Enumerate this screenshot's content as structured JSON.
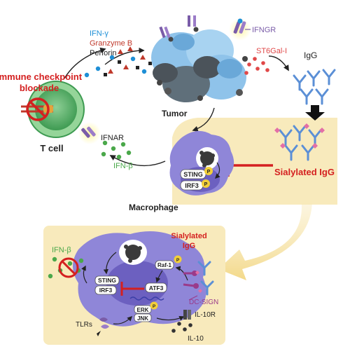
{
  "labels": {
    "ifn_gamma": "IFN-γ",
    "granzyme_b": "Granzyme B",
    "perforin": "Perforin",
    "tumor": "Tumor",
    "ifngr": "IFNGR",
    "st6gal1": "ST6Gal-I",
    "igg": "IgG",
    "checkpoint_line1": "Immune checkpoint",
    "checkpoint_line2": "blockade",
    "t_cell": "T cell",
    "ifnar": "IFNAR",
    "ifn_beta": "IFN-β",
    "sting": "STING",
    "irf3": "IRF3",
    "p": "P",
    "macrophage": "Macrophage",
    "sialylated_igg": "Sialylated IgG",
    "inset": {
      "ifn_beta": "IFN-β",
      "sialylated_line1": "Sialylated",
      "sialylated_line2": "IgG",
      "raf1": "Raf-1",
      "sting": "STING",
      "irf3": "IRF3",
      "atf3": "ATF3",
      "erk": "ERK",
      "jnk": "JNK",
      "dc_sign": "DC-SIGN",
      "il10r": "IL-10R",
      "il10": "IL-10",
      "tlrs": "TLRs",
      "p": "P"
    }
  },
  "colors": {
    "ifn_gamma": "#1e8fd6",
    "granzyme_b": "#c0392b",
    "perforin": "#222222",
    "checkpoint": "#d42020",
    "ifngr": "#7a5ca8",
    "st6gal1": "#e04848",
    "ifn_beta": "#4aa84a",
    "sialylated": "#d42020",
    "dc_sign": "#9a3a8a",
    "panel": "#f8eabc",
    "macrophage": "#8f86d8",
    "tumor": "#8fc3ea",
    "igg": "#5b8fd6",
    "yellow": "#f2cf3a"
  }
}
